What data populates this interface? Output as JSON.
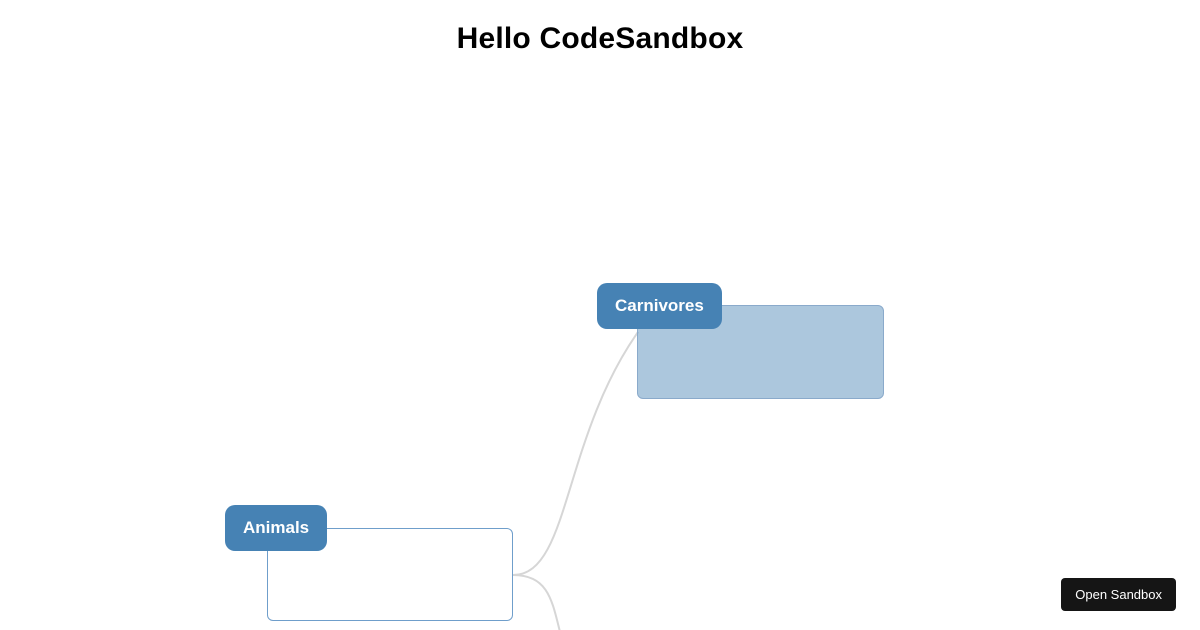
{
  "page": {
    "title": "Hello CodeSandbox"
  },
  "mindmap": {
    "nodes": [
      {
        "id": "animals",
        "label": "Animals",
        "depth": 0
      },
      {
        "id": "carnivores",
        "label": "Carnivores",
        "depth": 1
      }
    ],
    "links": [
      {
        "from": "animals",
        "to": "carnivores"
      },
      {
        "from": "animals",
        "to": "offscreen-bottom"
      }
    ]
  },
  "overlay": {
    "open_sandbox_label": "Open Sandbox"
  },
  "colors": {
    "node_blue": "#4682b4",
    "child_fill_light": "rgba(70,130,180,0.45)",
    "child_border_blue": "#6f9ecb",
    "link_gray": "#d6d6d6",
    "button_black": "#151515"
  }
}
